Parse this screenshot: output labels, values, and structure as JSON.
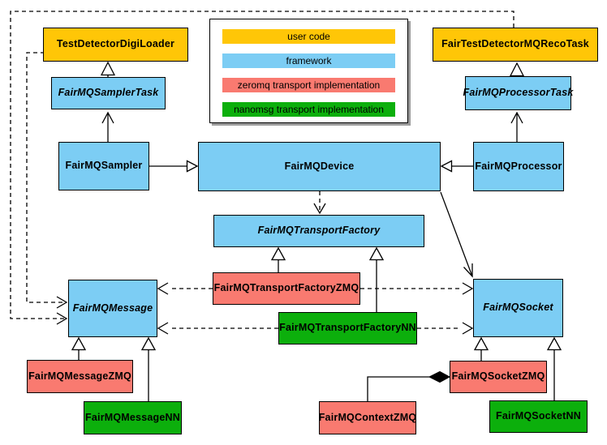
{
  "colors": {
    "user_code": "#FFC607",
    "framework": "#7CCDF4",
    "zeromq": "#F97A70",
    "nanomsg": "#0CAF0C",
    "line": "#000000",
    "legend_shadow": "#9A9A9A"
  },
  "legend": {
    "items": [
      {
        "label": "user code",
        "color_key": "user_code"
      },
      {
        "label": "framework",
        "color_key": "framework"
      },
      {
        "label": "zeromq transport implementation",
        "color_key": "zeromq"
      },
      {
        "label": "nanomsg transport implementation",
        "color_key": "nanomsg"
      }
    ]
  },
  "nodes": {
    "testDetectorDigiLoader": {
      "label": "TestDetectorDigiLoader",
      "category": "user_code",
      "abstract": false
    },
    "fairMQSamplerTask": {
      "label": "FairMQSamplerTask",
      "category": "framework",
      "abstract": true
    },
    "fairTestDetectorMQRecoTask": {
      "label": "FairTestDetectorMQRecoTask",
      "category": "user_code",
      "abstract": false
    },
    "fairMQProcessorTask": {
      "label": "FairMQProcessorTask",
      "category": "framework",
      "abstract": true
    },
    "fairMQSampler": {
      "label": "FairMQSampler",
      "category": "framework",
      "abstract": false
    },
    "fairMQDevice": {
      "label": "FairMQDevice",
      "category": "framework",
      "abstract": false
    },
    "fairMQProcessor": {
      "label": "FairMQProcessor",
      "category": "framework",
      "abstract": false
    },
    "fairMQTransportFactory": {
      "label": "FairMQTransportFactory",
      "category": "framework",
      "abstract": true
    },
    "fairMQTransportFactoryZMQ": {
      "label": "FairMQTransportFactoryZMQ",
      "category": "zeromq",
      "abstract": false
    },
    "fairMQTransportFactoryNN": {
      "label": "FairMQTransportFactoryNN",
      "category": "nanomsg",
      "abstract": false
    },
    "fairMQMessage": {
      "label": "FairMQMessage",
      "category": "framework",
      "abstract": true
    },
    "fairMQSocket": {
      "label": "FairMQSocket",
      "category": "framework",
      "abstract": true
    },
    "fairMQMessageZMQ": {
      "label": "FairMQMessageZMQ",
      "category": "zeromq",
      "abstract": false
    },
    "fairMQMessageNN": {
      "label": "FairMQMessageNN",
      "category": "nanomsg",
      "abstract": false
    },
    "fairMQContextZMQ": {
      "label": "FairMQContextZMQ",
      "category": "zeromq",
      "abstract": false
    },
    "fairMQSocketZMQ": {
      "label": "FairMQSocketZMQ",
      "category": "zeromq",
      "abstract": false
    },
    "fairMQSocketNN": {
      "label": "FairMQSocketNN",
      "category": "nanomsg",
      "abstract": false
    }
  },
  "edges": [
    {
      "from": "fairMQSamplerTask",
      "to": "testDetectorDigiLoader",
      "style": "solid",
      "head": "hollow-triangle"
    },
    {
      "from": "fairMQSampler",
      "to": "fairMQSamplerTask",
      "style": "solid",
      "head": "open-chevron"
    },
    {
      "from": "fairMQProcessorTask",
      "to": "fairTestDetectorMQRecoTask",
      "style": "solid",
      "head": "hollow-triangle"
    },
    {
      "from": "fairMQProcessor",
      "to": "fairMQProcessorTask",
      "style": "solid",
      "head": "open-chevron"
    },
    {
      "from": "fairMQSampler",
      "to": "fairMQDevice",
      "style": "solid",
      "head": "hollow-triangle"
    },
    {
      "from": "fairMQProcessor",
      "to": "fairMQDevice",
      "style": "solid",
      "head": "hollow-triangle"
    },
    {
      "from": "fairMQDevice",
      "to": "fairMQTransportFactory",
      "style": "dashed",
      "head": "open-chevron"
    },
    {
      "from": "fairMQDevice",
      "to": "fairMQSocket",
      "style": "solid",
      "head": "open-chevron"
    },
    {
      "from": "fairMQTransportFactoryZMQ",
      "to": "fairMQTransportFactory",
      "style": "solid",
      "head": "hollow-triangle"
    },
    {
      "from": "fairMQTransportFactoryNN",
      "to": "fairMQTransportFactory",
      "style": "solid",
      "head": "hollow-triangle"
    },
    {
      "from": "fairMQTransportFactoryZMQ",
      "to": "fairMQMessage",
      "style": "dashed",
      "head": "open-chevron"
    },
    {
      "from": "fairMQTransportFactoryZMQ",
      "to": "fairMQSocket",
      "style": "dashed",
      "head": "open-chevron"
    },
    {
      "from": "fairMQTransportFactoryNN",
      "to": "fairMQMessage",
      "style": "dashed",
      "head": "open-chevron"
    },
    {
      "from": "fairMQTransportFactoryNN",
      "to": "fairMQSocket",
      "style": "dashed",
      "head": "open-chevron"
    },
    {
      "from": "fairTestDetectorMQRecoTask",
      "to": "fairMQMessage",
      "style": "dashed",
      "head": "open-chevron"
    },
    {
      "from": "testDetectorDigiLoader",
      "to": "fairMQMessage",
      "style": "dashed",
      "head": "open-chevron"
    },
    {
      "from": "fairMQMessageZMQ",
      "to": "fairMQMessage",
      "style": "solid",
      "head": "hollow-triangle"
    },
    {
      "from": "fairMQMessageNN",
      "to": "fairMQMessage",
      "style": "solid",
      "head": "hollow-triangle"
    },
    {
      "from": "fairMQSocketZMQ",
      "to": "fairMQSocket",
      "style": "solid",
      "head": "hollow-triangle"
    },
    {
      "from": "fairMQSocketNN",
      "to": "fairMQSocket",
      "style": "solid",
      "head": "hollow-triangle"
    },
    {
      "from": "fairMQContextZMQ",
      "to": "fairMQSocketZMQ",
      "style": "solid",
      "head": "filled-diamond"
    }
  ]
}
